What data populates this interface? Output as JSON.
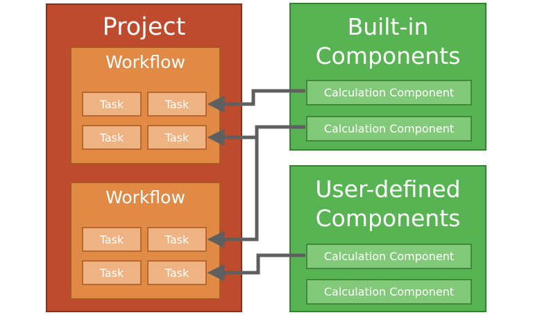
{
  "project": {
    "title": "Project",
    "workflows": [
      {
        "title": "Workflow",
        "tasks": [
          "Task",
          "Task",
          "Task",
          "Task"
        ]
      },
      {
        "title": "Workflow",
        "tasks": [
          "Task",
          "Task",
          "Task",
          "Task"
        ]
      }
    ]
  },
  "builtin": {
    "title_line1": "Built-in",
    "title_line2": "Components",
    "components": [
      "Calculation Component",
      "Calculation Component"
    ]
  },
  "userdefined": {
    "title_line1": "User-defined",
    "title_line2": "Components",
    "components": [
      "Calculation Component",
      "Calculation Component"
    ]
  },
  "colors": {
    "project": "#bf4b2e",
    "workflow": "#e08a45",
    "task": "#efb283",
    "component_group": "#58b352",
    "component": "#82c97a",
    "arrow": "#5f5f5f"
  }
}
